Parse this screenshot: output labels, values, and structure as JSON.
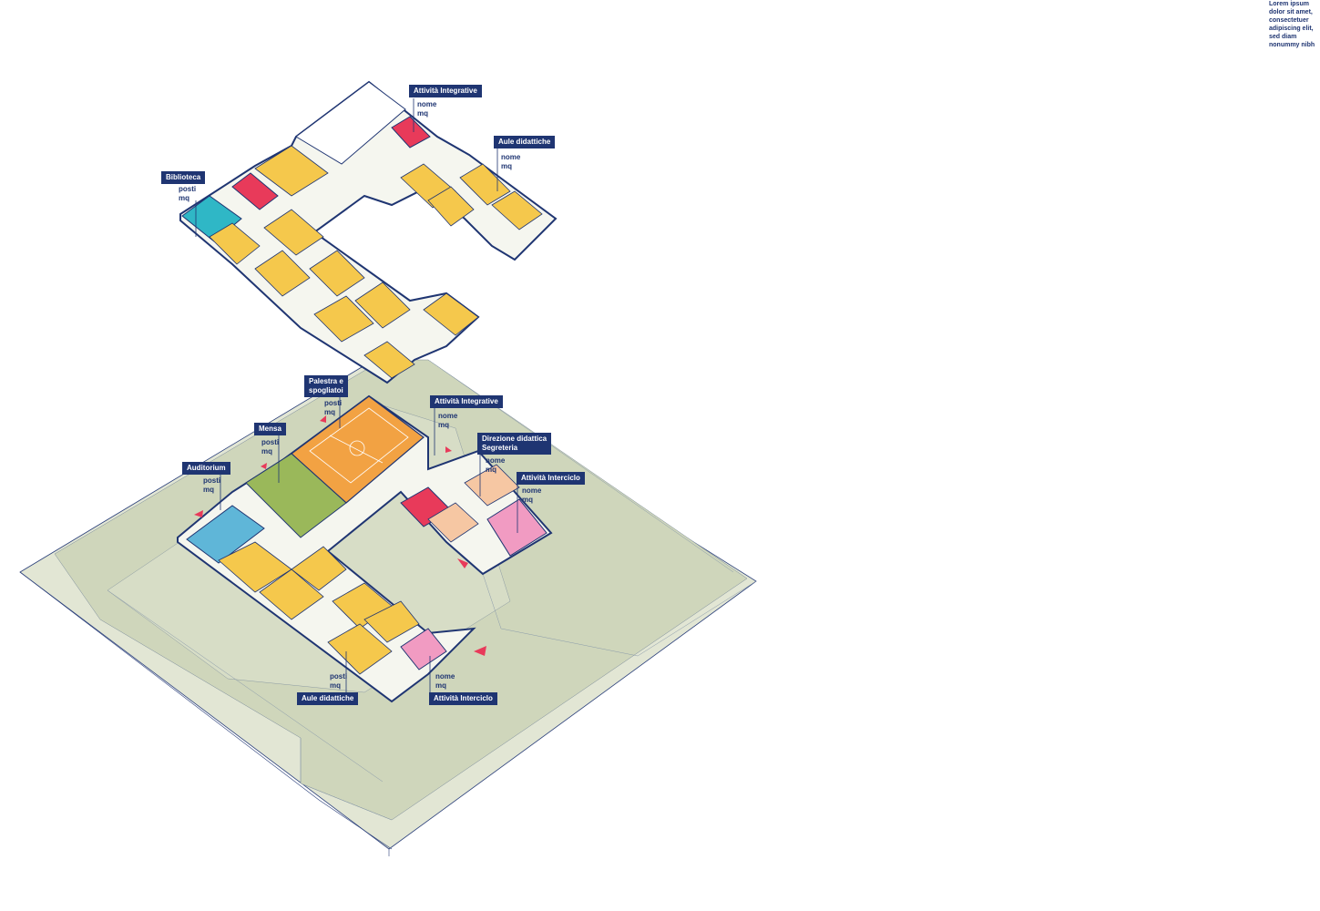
{
  "corner_note": "Lorem ipsum dolor sit amet, consectetuer adipiscing elit, sed diam nonummy nibh",
  "colors": {
    "navy": "#1f3572",
    "ground": "#e2e6d4",
    "yellow": "#f5c84c",
    "orange": "#f2a243",
    "red": "#e83a5a",
    "teal": "#2fb7c6",
    "blue": "#5fb6d8",
    "green": "#9ab85a",
    "pink": "#f19bc2",
    "peach": "#f6c7a3"
  },
  "upper_floor": {
    "biblioteca": {
      "title": "Biblioteca",
      "values": "posti\nmq"
    },
    "attivita_integrative": {
      "title": "Attività Integrative",
      "values": "nome\nmq"
    },
    "aule_didattiche": {
      "title": "Aule didattiche",
      "values": "nome\nmq"
    }
  },
  "ground_floor": {
    "palestra": {
      "title": "Palestra e\nspogliatoi",
      "values": "posti\nmq"
    },
    "attivita_integrative": {
      "title": "Attività Integrative",
      "values": "nome\nmq"
    },
    "mensa": {
      "title": "Mensa",
      "values": "posti\nmq"
    },
    "direzione": {
      "title": "Direzione didattica\nSegreteria",
      "values": "nome\nmq"
    },
    "auditorium": {
      "title": "Auditorium",
      "values": "posti\nmq"
    },
    "attivita_interciclo_east": {
      "title": "Attività Interciclo",
      "values": "nome\nmq"
    },
    "aule_didattiche": {
      "title": "Aule didattiche",
      "values": "posti\nmq"
    },
    "attivita_interciclo_south": {
      "title": "Attività Interciclo",
      "values": "nome\nmq"
    }
  }
}
